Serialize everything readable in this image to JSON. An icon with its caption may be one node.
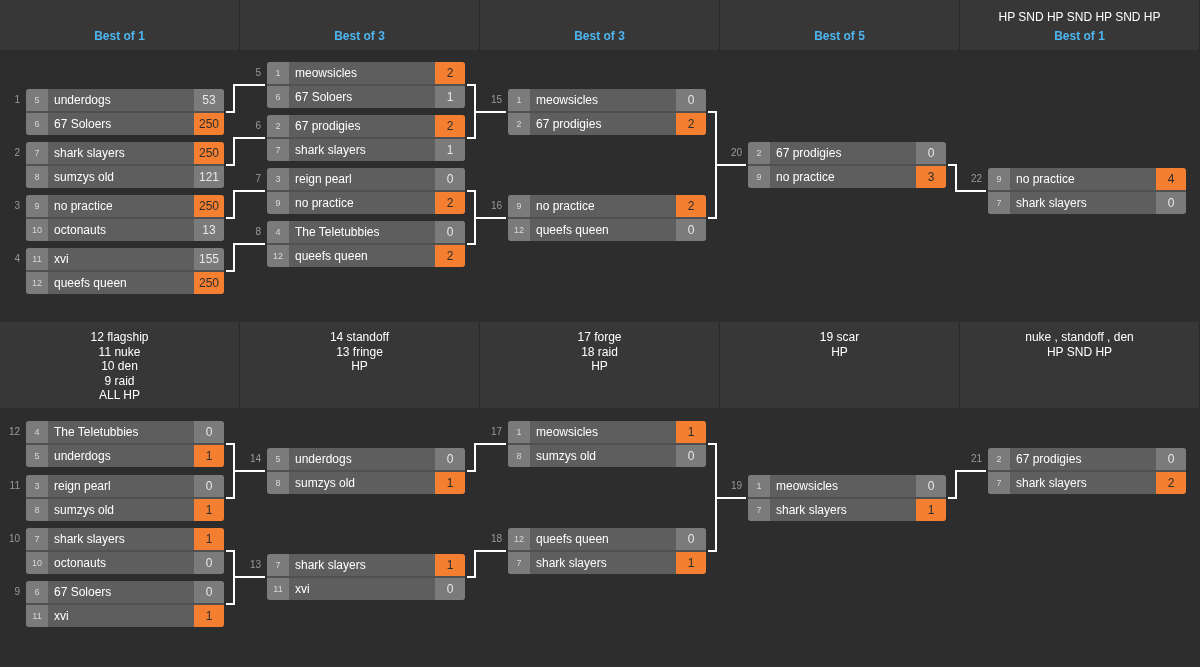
{
  "diagram": {
    "nodes": [
      {
        "text": [
          "Best of 1"
        ]
      },
      {
        "text": [
          "Best of 3"
        ]
      },
      {
        "text": [
          "Best of 3"
        ]
      },
      {
        "text": [
          "Best of 5"
        ]
      },
      {
        "text": [
          "HP SND HP SND HP SND HP",
          "Best of 1"
        ]
      },
      {
        "text": [
          "5",
          "underdogs",
          "53",
          "6",
          "67 Soloers",
          "250"
        ],
        "beside": [
          "1"
        ]
      },
      {
        "text": [
          "7",
          "shark slayers",
          "250",
          "8",
          "sumzys old",
          "121"
        ],
        "beside": [
          "2"
        ]
      },
      {
        "text": [
          "9",
          "no practice",
          "250",
          "10",
          "octonauts",
          "13"
        ],
        "beside": [
          "3"
        ]
      },
      {
        "text": [
          "11",
          "xvi",
          "155",
          "12",
          "queefs queen",
          "250"
        ],
        "beside": [
          "4"
        ]
      },
      {
        "text": [
          "1",
          "meowsicles",
          "2",
          "6",
          "67 Soloers",
          "1"
        ],
        "beside": [
          "5"
        ]
      },
      {
        "text": [
          "2",
          "67 prodigies",
          "2",
          "7",
          "shark slayers",
          "1"
        ],
        "beside": [
          "6"
        ]
      },
      {
        "text": [
          "3",
          "reign pearl",
          "0",
          "9",
          "no practice",
          "2"
        ],
        "beside": [
          "7"
        ]
      },
      {
        "text": [
          "4",
          "The Teletubbies",
          "0",
          "12",
          "queefs queen",
          "2"
        ],
        "beside": [
          "8"
        ]
      },
      {
        "text": [
          "1",
          "meowsicles",
          "0",
          "2",
          "67 prodigies",
          "2"
        ],
        "beside": [
          "15"
        ]
      },
      {
        "text": [
          "9",
          "no practice",
          "2",
          "12",
          "queefs queen",
          "0"
        ],
        "beside": [
          "16"
        ]
      },
      {
        "text": [
          "2",
          "67 prodigies",
          "0",
          "9",
          "no practice",
          "3"
        ],
        "beside": [
          "20"
        ]
      },
      {
        "text": [
          "9",
          "no practice",
          "4",
          "7",
          "shark slayers",
          "0"
        ],
        "beside": [
          "22"
        ]
      },
      {
        "text": [
          "12 flagship",
          "11 nuke",
          "10 den",
          "9 raid",
          "ALL HP"
        ]
      },
      {
        "text": [
          "14 standoff",
          "13 fringe",
          "HP"
        ]
      },
      {
        "text": [
          "17 forge",
          "18 raid",
          "HP"
        ]
      },
      {
        "text": [
          "19 scar",
          "HP"
        ]
      },
      {
        "text": [
          "nuke , standoff , den",
          "HP SND HP"
        ]
      },
      {
        "text": [
          "4",
          "The Teletubbies",
          "0",
          "5",
          "underdogs",
          "1"
        ],
        "beside": [
          "12"
        ]
      },
      {
        "text": [
          "3",
          "reign pearl",
          "0",
          "8",
          "sumzys old",
          "1"
        ],
        "beside": [
          "11"
        ]
      },
      {
        "text": [
          "7",
          "shark slayers",
          "1",
          "10",
          "octonauts",
          "0"
        ],
        "beside": [
          "10"
        ]
      },
      {
        "text": [
          "6",
          "67 Soloers",
          "0",
          "11",
          "xvi",
          "1"
        ],
        "beside": [
          "9"
        ]
      },
      {
        "text": [
          "5",
          "underdogs",
          "0",
          "8",
          "sumzys old",
          "1"
        ],
        "beside": [
          "14"
        ]
      },
      {
        "text": [
          "7",
          "shark slayers",
          "1",
          "11",
          "xvi",
          "0"
        ],
        "beside": [
          "13"
        ]
      },
      {
        "text": [
          "1",
          "meowsicles",
          "1",
          "8",
          "sumzys old",
          "0"
        ],
        "beside": [
          "17"
        ]
      },
      {
        "text": [
          "12",
          "queefs queen",
          "0",
          "7",
          "shark slayers",
          "1"
        ],
        "beside": [
          "18"
        ]
      },
      {
        "text": [
          "1",
          "meowsicles",
          "0",
          "7",
          "shark slayers",
          "1"
        ],
        "beside": [
          "19"
        ]
      },
      {
        "text": [
          "2",
          "67 prodigies",
          "0",
          "7",
          "shark slayers",
          "2"
        ],
        "beside": [
          "21"
        ]
      }
    ],
    "edges": [
      {
        "from": 5,
        "to": 9,
        "arrow": "none"
      },
      {
        "from": 6,
        "to": 10,
        "arrow": "none"
      },
      {
        "from": 7,
        "to": 11,
        "arrow": "none"
      },
      {
        "from": 8,
        "to": 12,
        "arrow": "none"
      },
      {
        "from": 9,
        "to": 13,
        "arrow": "none"
      },
      {
        "from": 10,
        "to": 13,
        "arrow": "none"
      },
      {
        "from": 11,
        "to": 14,
        "arrow": "none"
      },
      {
        "from": 12,
        "to": 14,
        "arrow": "none"
      },
      {
        "from": 13,
        "to": 15,
        "arrow": "none"
      },
      {
        "from": 14,
        "to": 15,
        "arrow": "none"
      },
      {
        "from": 15,
        "to": 16,
        "arrow": "none"
      },
      {
        "from": 22,
        "to": 26,
        "arrow": "none"
      },
      {
        "from": 23,
        "to": 26,
        "arrow": "none"
      },
      {
        "from": 24,
        "to": 27,
        "arrow": "none"
      },
      {
        "from": 25,
        "to": 27,
        "arrow": "none"
      },
      {
        "from": 26,
        "to": 28,
        "arrow": "none"
      },
      {
        "from": 27,
        "to": 29,
        "arrow": "none"
      },
      {
        "from": 28,
        "to": 30,
        "arrow": "none"
      },
      {
        "from": 29,
        "to": 30,
        "arrow": "none"
      },
      {
        "from": 30,
        "to": 31,
        "arrow": "none"
      }
    ]
  }
}
